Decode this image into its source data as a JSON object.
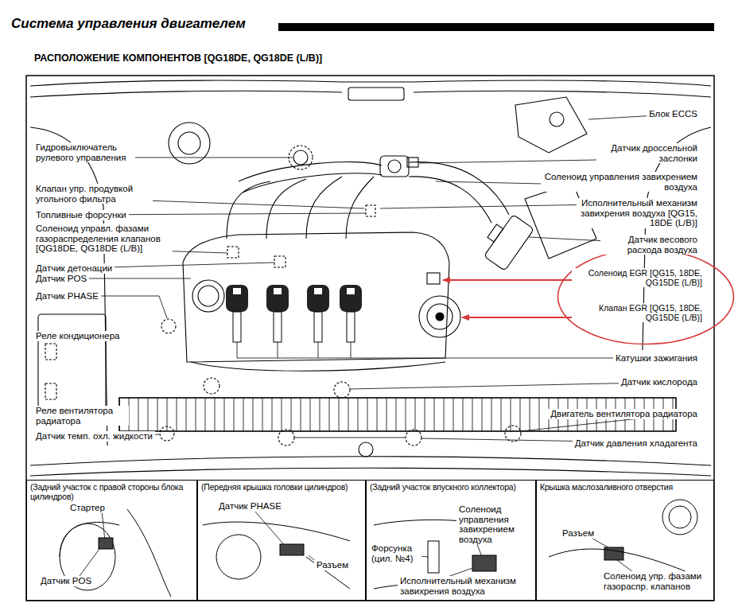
{
  "diagram": {
    "title": "Система управления двигателем",
    "nodes": [
      {
        "text": [
          "Соленоид EGR [QG15, 18DE, QG15DE (L/B)]",
          "Клапан EGR [QG15, 18DE, QG15DE (L/B)]"
        ]
      },
      {
        "text": [
          "(Задний участок с правой стороны блока цилиндров)"
        ]
      },
      {
        "text": [
          "(Передняя крышка головки цилиндров)"
        ]
      },
      {
        "text": [
          "(Задний участок впускного коллектора)"
        ]
      },
      {
        "text": [
          "Крышка маслозаливного отверстия"
        ]
      }
    ],
    "labels": [
      "РАСПОЛОЖЕНИЕ КОМПОНЕНТОВ [QG18DE, QG18DE (L/B)]",
      "Гидровыключатель рулевого управления",
      "Клапан упр. продувкой угольного фильтра",
      "Топливные форсунки",
      "Соленоид управл. фазами газораспределения клапанов [QG18DE, QG18DE (L/B)]",
      "Датчик детонации",
      "Датчик POS",
      "Датчик PHASE",
      "Реле кондиционера",
      "Реле вентилятора радиатора",
      "Датчик темп. охл. жидкости",
      "Блок ECCS",
      "Датчик дроссельной заслонки",
      "Соленоид управления завихрением воздуха",
      "Исполнительный механизм завихрения воздуха [QG15, 18DE (L/B)]",
      "Датчик весового расхода воздуха",
      "Катушки зажигания",
      "Датчик кислорода",
      "Двигатель вентилятора радиатора",
      "Датчик давления хладагента",
      "Стартер",
      "Датчик POS",
      "Датчик PHASE",
      "Разъем",
      "Соленоид управления завихрением воздуха",
      "Форсунка (цил. №4)",
      "Исполнительный механизм завихрения воздуха",
      "Разъем",
      "Соленоид упр. фазами газораспр. клапанов"
    ]
  }
}
